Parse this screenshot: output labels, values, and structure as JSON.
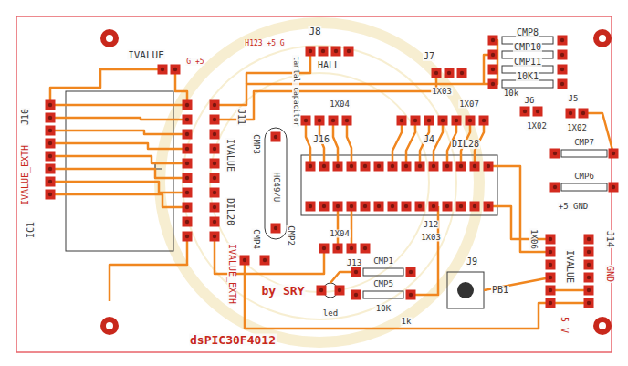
{
  "diagram": {
    "labels": [
      "IVALUE",
      "G +5",
      "J8",
      "HALL",
      "H123 +5 G",
      "CMP8",
      "CMP10",
      "CMP11",
      "10K1",
      "J7",
      "1X03",
      "10k",
      "J6",
      "1X02",
      "J5",
      "1X02",
      "CMP7",
      "CMP6",
      "+5 GND",
      "1X04",
      "J16",
      "1X07",
      "J4",
      "DIL28",
      "J10",
      "IVALUE_EXTH",
      "IC1",
      "J11",
      "IVALUE",
      "DIL20",
      "IVALUE_EXTH",
      "tantal capacitor",
      "CMP3",
      "HC49/U",
      "CMP2",
      "CMP4",
      "1X04",
      "J13",
      "by SRY",
      "led",
      "CMP1",
      "CMP5",
      "10K",
      "1k",
      "PB1",
      "J9",
      "J12",
      "1X03",
      "1X06",
      "IVALUE",
      "J14",
      "GND",
      "5 V",
      "dsPIC30F4012"
    ]
  }
}
